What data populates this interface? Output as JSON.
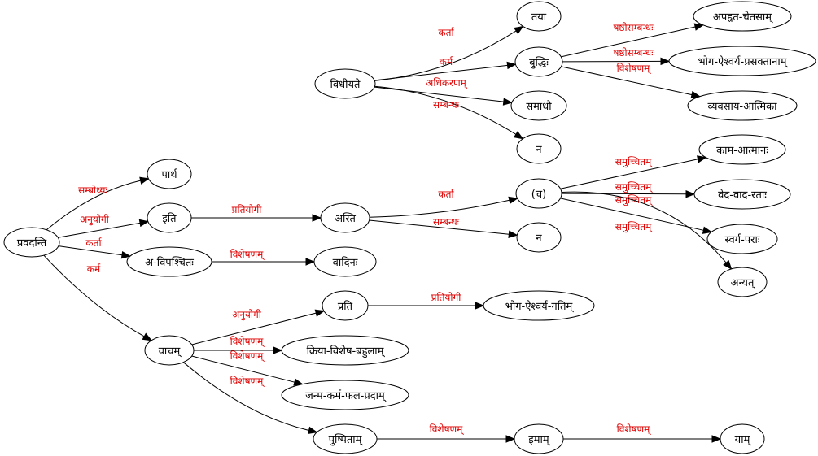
{
  "nodes": {
    "pravadanti": "प्रवदन्ति",
    "partha": "पार्थ",
    "iti": "इति",
    "avipashchitah": "अ-विपश्चितः",
    "vacham": "वाचम्",
    "asti": "अस्ति",
    "vadinah": "वादिनः",
    "vidhiyate": "विधीयते",
    "taya": "तया",
    "buddhih": "बुद्धिः",
    "samadhau": "समाधौ",
    "na1": "न",
    "apahrtachetasam": "अपहृत-चेतसाम्",
    "bhogaprasaktanam": "भोग-ऐश्वर्य-प्रसक्तानाम्",
    "vyavasayatmika": "व्यवसाय-आत्मिका",
    "cha": "(च)",
    "na2": "न",
    "kamatmanah": "काम-आत्मानः",
    "vedavadaratah": "वेद-वाद-रताः",
    "svargaparah": "स्वर्ग-पराः",
    "anyat": "अन्यत्",
    "prati": "प्रति",
    "bhogagatim": "भोग-ऐश्वर्य-गतिम्",
    "kriyavishesha": "क्रिया-विशेष-बहुलाम्",
    "janmakarma": "जन्म-कर्म-फल-प्रदाम्",
    "pushpitam": "पुष्पिताम्",
    "imam": "इमाम्",
    "yam": "याम्"
  },
  "edges": [
    {
      "id": "e1",
      "from": "pravadanti",
      "to": "partha",
      "label": "सम्बोध्यः"
    },
    {
      "id": "e2",
      "from": "pravadanti",
      "to": "iti",
      "label": "अनुयोगी"
    },
    {
      "id": "e3",
      "from": "pravadanti",
      "to": "avipashchitah",
      "label": "कर्ता"
    },
    {
      "id": "e4",
      "from": "pravadanti",
      "to": "vacham",
      "label": "कर्म"
    },
    {
      "id": "e5",
      "from": "iti",
      "to": "asti",
      "label": "प्रतियोगी"
    },
    {
      "id": "e6",
      "from": "avipashchitah",
      "to": "vadinah",
      "label": "विशेषणम्"
    },
    {
      "id": "e7",
      "from": "vidhiyate",
      "to": "taya",
      "label": "कर्ता"
    },
    {
      "id": "e8",
      "from": "vidhiyate",
      "to": "buddhih",
      "label": "कर्म"
    },
    {
      "id": "e9",
      "from": "vidhiyate",
      "to": "samadhau",
      "label": "अधिकरणम्"
    },
    {
      "id": "e10",
      "from": "vidhiyate",
      "to": "na1",
      "label": "सम्बन्धः"
    },
    {
      "id": "e11",
      "from": "buddhih",
      "to": "apahrtachetasam",
      "label": "षष्ठीसम्बन्धः"
    },
    {
      "id": "e12",
      "from": "buddhih",
      "to": "bhogaprasaktanam",
      "label": "षष्ठीसम्बन्धः"
    },
    {
      "id": "e13",
      "from": "buddhih",
      "to": "vyavasayatmika",
      "label": "विशेषणम्"
    },
    {
      "id": "e14",
      "from": "asti",
      "to": "cha",
      "label": "कर्ता"
    },
    {
      "id": "e15",
      "from": "asti",
      "to": "na2",
      "label": "सम्बन्धः"
    },
    {
      "id": "e16",
      "from": "cha",
      "to": "kamatmanah",
      "label": "समुच्चितम्"
    },
    {
      "id": "e17",
      "from": "cha",
      "to": "vedavadaratah",
      "label": "समुच्चितम्"
    },
    {
      "id": "e18",
      "from": "cha",
      "to": "svargaparah",
      "label": "समुच्चितम्"
    },
    {
      "id": "e19",
      "from": "cha",
      "to": "anyat",
      "label": "समुच्चितम्"
    },
    {
      "id": "e20",
      "from": "vacham",
      "to": "prati",
      "label": "अनुयोगी"
    },
    {
      "id": "e21",
      "from": "vacham",
      "to": "kriyavishesha",
      "label": "विशेषणम्"
    },
    {
      "id": "e22",
      "from": "vacham",
      "to": "janmakarma",
      "label": "विशेषणम्"
    },
    {
      "id": "e23",
      "from": "vacham",
      "to": "pushpitam",
      "label": "विशेषणम्"
    },
    {
      "id": "e24",
      "from": "prati",
      "to": "bhogagatim",
      "label": "प्रतियोगी"
    },
    {
      "id": "e25",
      "from": "pushpitam",
      "to": "imam",
      "label": "विशेषणम्"
    },
    {
      "id": "e26",
      "from": "imam",
      "to": "yam",
      "label": "विशेषणम्"
    }
  ]
}
